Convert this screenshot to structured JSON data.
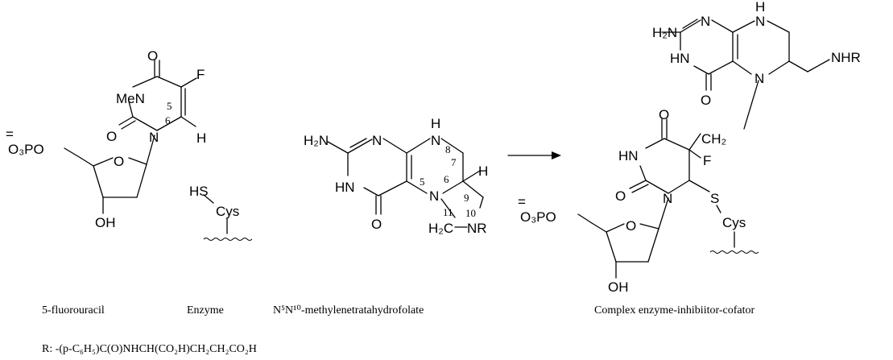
{
  "captions": {
    "fluorouracil": "5-fluorouracil",
    "enzyme": "Enzyme",
    "folate": "N⁵N¹⁰-methylenetratahydrofolate",
    "complex": "Complex enzyme-inhibiitor-cofator",
    "r_def": "R: -(p-C₆H₅)C(O)NHCH(CO₂H)CH₂CH₂CO₂H"
  },
  "atoms": {
    "O": "O",
    "F": "F",
    "H": "H",
    "S": "S",
    "N": "N",
    "HN": "HN",
    "MeN": "MeN",
    "OH": "OH",
    "H2N": "H₂N",
    "O3PO": "O₃PO",
    "HS": "HS",
    "Cys": "Cys",
    "NR": "NR",
    "H2C": "H₂C",
    "CH2": "CH₂",
    "NHR": "NHR",
    "charge": "="
  },
  "locants": {
    "n5": "5",
    "n6": "6",
    "n7": "7",
    "n8": "8",
    "n9": "9",
    "n10": "10",
    "n11": "11"
  }
}
